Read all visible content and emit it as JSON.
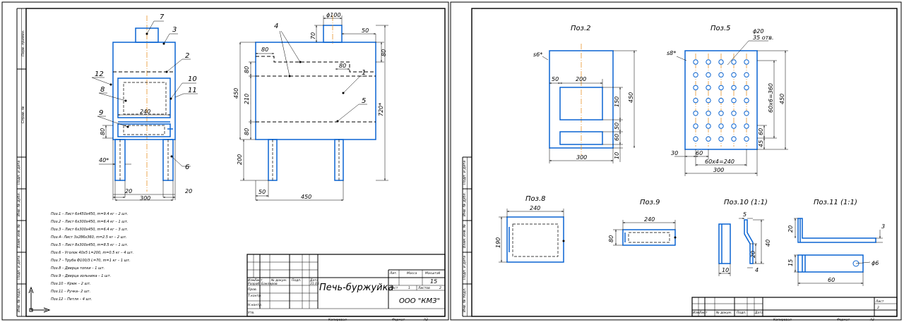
{
  "sheet1": {
    "side_labels": [
      "Перв. примен.",
      "Справ. №",
      "Подп. и дата",
      "Инв. № дубл.",
      "Взам. инв. №",
      "Подп. и дата",
      "Инв. № подл."
    ],
    "callouts": [
      "7",
      "3",
      "2",
      "12",
      "10",
      "11",
      "8",
      "9",
      "6",
      "4",
      "1",
      "5"
    ],
    "dims_front": {
      "d240": "240",
      "d80": "80",
      "d40": "40*",
      "d20a": "20",
      "d20b": "20",
      "d300": "300"
    },
    "dims_side": {
      "d100": "ϕ100",
      "d70": "70",
      "d50top": "50",
      "d80tr": "80",
      "d80tl": "80",
      "d80m": "80",
      "d450": "450",
      "d80v1": "80",
      "d210": "210",
      "d80v2": "80",
      "d720": "720*",
      "d200": "200",
      "d50b": "50",
      "d450b": "450"
    },
    "notes": [
      "Поз.1 – Лист 6х450х450, m=9.4 кг – 2 шт.",
      "Поз.2 – Лист 6х300х450, m=6.4 кг – 1 шт.",
      "Поз.3 – Лист 6х300х450, m=6.4 кг – 3 шт.",
      "Поз.4– Лист 3х286х360, m=2.5 кг – 2 шт.",
      "Поз.5 – Лист 8х300х450, m=8.5 кг – 1 шт.",
      "Поз.6 – Уголок 40х5 L=200, m=0.5 кг – 4 шт.",
      "Поз.7 – Труба Ф100/3 L=70, m=1 кг – 1 шт.",
      "Поз.8 – Дверца топки – 1 шт.",
      "Поз.9 – Дверца зольника – 1 шт.",
      "Поз.10 – Крюк – 2 шт.",
      "Поз.11 – Ручка– 2 шт.",
      "Поз.12 – Петля – 4 шт."
    ],
    "title_block": {
      "title": "Печь-буржуйка",
      "company": "ООО \"КМЗ\"",
      "lit": "Лит.",
      "massa": "Масса",
      "masshtab": "Масштаб",
      "scale_value": "15",
      "list": "Лист",
      "list_num": "1",
      "listov": "Листов",
      "listov_num": "2",
      "izm": "Изм.",
      "list_col": "Лист",
      "ndokum": "№ докум.",
      "podp": "Подп.",
      "data": "Дата",
      "data_val": "31.05",
      "razrab": "Разраб.",
      "razrab_name": "Баклиров",
      "prov": "Пров.",
      "tkontr": "Т.контр.",
      "nkontr": "Н.контр.",
      "utv": "Утв.",
      "kopiroval": "Копировал",
      "format": "Формат",
      "format_val": "А3"
    }
  },
  "sheet2": {
    "side_labels": [
      "Подп. и дата",
      "Инв. № дубл.",
      "Взам. инв. №",
      "Подп. и дата",
      "Инв. № подл."
    ],
    "views": {
      "poz2": {
        "title": "Поз.2",
        "s": "s6*",
        "d50": "50",
        "d200": "200",
        "d150": "150",
        "d50v": "50",
        "d60": "60",
        "d10": "10",
        "d450": "450",
        "d300": "300"
      },
      "poz5": {
        "title": "Поз.5",
        "s": "s8*",
        "dia": "ϕ20",
        "holes": "35 отв.",
        "d360": "60х6=360",
        "d450": "450",
        "d60": "60",
        "d45": "45",
        "d30": "30",
        "d60h": "60",
        "d240": "60х4=240",
        "d300": "300"
      },
      "poz8": {
        "title": "Поз.8",
        "d240": "240",
        "d190": "190"
      },
      "poz9": {
        "title": "Поз.9",
        "d240": "240",
        "d80": "80"
      },
      "poz10": {
        "title": "Поз.10 (1:1)",
        "d5": "5",
        "d40": "40",
        "d20": "20",
        "d10": "10",
        "d4": "4"
      },
      "poz11": {
        "title": "Поз.11 (1:1)",
        "d20": "20",
        "d3": "3",
        "d15": "15",
        "d6": "ϕ6",
        "d60": "60"
      }
    },
    "title_block": {
      "list": "Лист",
      "list_num": "2",
      "izm": "Изм.",
      "list_col": "Лист",
      "ndokum": "№ докум.",
      "podp": "Подп.",
      "data": "Дата",
      "kopiroval": "Копировал",
      "format": "Формат",
      "format_val": "А3"
    }
  }
}
